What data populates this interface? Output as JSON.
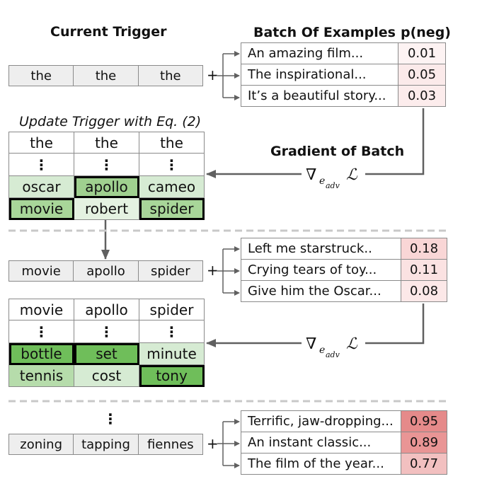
{
  "headers": {
    "current_trigger": "Current Trigger",
    "batch_of_examples": "Batch Of Examples",
    "p_neg": "p(neg)",
    "update_trigger": "Update Trigger with Eq. (2)",
    "gradient_of_batch": "Gradient of Batch"
  },
  "stage1": {
    "trigger": [
      "the",
      "the",
      "the"
    ],
    "examples": [
      {
        "text": "An amazing film...",
        "p": "0.01",
        "color": "#fdf3f3"
      },
      {
        "text": "The inspirational...",
        "p": "0.05",
        "color": "#fbeaea"
      },
      {
        "text": "It’s a beautiful story...",
        "p": "0.03",
        "color": "#fcecec"
      }
    ],
    "grid": {
      "top": [
        "the",
        "the",
        "the"
      ],
      "ellipsis": [
        "⋮",
        "⋮",
        "⋮"
      ],
      "row1": [
        {
          "w": "oscar",
          "color": "#d6ebd3",
          "bold": false
        },
        {
          "w": "apollo",
          "color": "#9fd08f",
          "bold": true
        },
        {
          "w": "cameo",
          "color": "#d6ebd3",
          "bold": false
        }
      ],
      "row2": [
        {
          "w": "movie",
          "color": "#a8d699",
          "bold": true
        },
        {
          "w": "robert",
          "color": "#e4f2e1",
          "bold": false
        },
        {
          "w": "spider",
          "color": "#a8d699",
          "bold": true
        }
      ]
    }
  },
  "stage2": {
    "trigger": [
      "movie",
      "apollo",
      "spider"
    ],
    "examples": [
      {
        "text": "Left me starstruck..",
        "p": "0.18",
        "color": "#f9d6d6"
      },
      {
        "text": "Crying tears of toy...",
        "p": "0.11",
        "color": "#fbe2e2"
      },
      {
        "text": "Give him the Oscar...",
        "p": "0.08",
        "color": "#fce8e8"
      }
    ],
    "grid": {
      "top": [
        "movie",
        "apollo",
        "spider"
      ],
      "ellipsis": [
        "⋮",
        "⋮",
        "⋮"
      ],
      "row1": [
        {
          "w": "bottle",
          "color": "#6fbe5a",
          "bold": true
        },
        {
          "w": "set",
          "color": "#6fbe5a",
          "bold": true
        },
        {
          "w": "minute",
          "color": "#d6ebd3",
          "bold": false
        }
      ],
      "row2": [
        {
          "w": "tennis",
          "color": "#b6dcab",
          "bold": false
        },
        {
          "w": "cost",
          "color": "#d6ebd3",
          "bold": false
        },
        {
          "w": "tony",
          "color": "#6fbe5a",
          "bold": true
        }
      ]
    }
  },
  "stage3": {
    "ellipsis": "⋮",
    "trigger": [
      "zoning",
      "tapping",
      "fiennes"
    ],
    "examples": [
      {
        "text": "Terrific, jaw-dropping...",
        "p": "0.95",
        "color": "#e58a8a"
      },
      {
        "text": "An instant classic...",
        "p": "0.89",
        "color": "#e99595"
      },
      {
        "text": "The film of the year...",
        "p": "0.77",
        "color": "#f2c0c0"
      }
    ]
  },
  "symbols": {
    "plus": "+"
  }
}
